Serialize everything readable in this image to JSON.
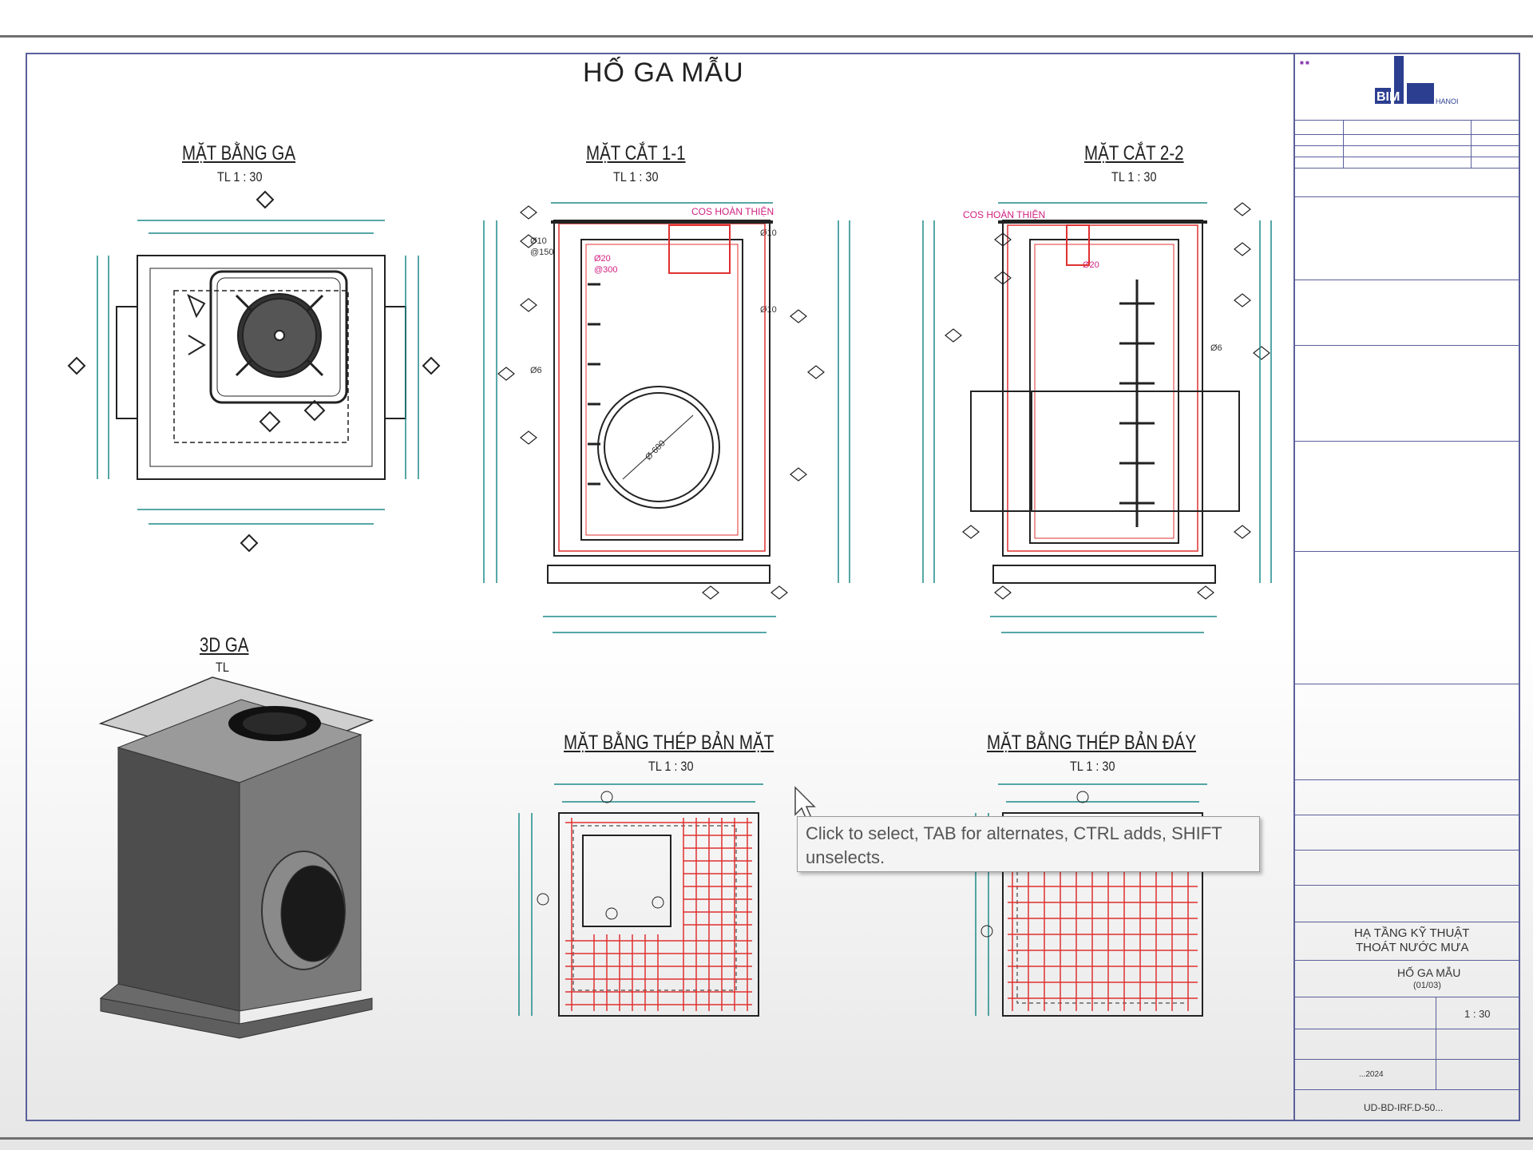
{
  "sheet": {
    "main_title": "HỐ GA MẪU"
  },
  "views": {
    "plan": {
      "title": "MẶT BẰNG GA",
      "scale": "TL 1 : 30"
    },
    "section11": {
      "title": "MẶT CẮT 1-1",
      "scale": "TL 1 : 30"
    },
    "section22": {
      "title": "MẶT CẮT 2-2",
      "scale": "TL 1 : 30"
    },
    "view3d": {
      "title": "3D GA",
      "scale": "TL"
    },
    "top_rebar": {
      "title": "MẶT BẰNG THÉP BẢN MẶT",
      "scale": "TL 1 : 30"
    },
    "bottom_rebar": {
      "title": "MẶT BẰNG THÉP BẢN ĐÁY",
      "scale": "TL 1 : 30"
    }
  },
  "annotations": {
    "cos_left": "COS HOÀN THIỆN",
    "cos_right": "COS HOÀN THIỆN",
    "rebar_10_150": "Ø10",
    "rebar_spacing": "@150",
    "rebar_20": "Ø20",
    "rebar_20_spacing": "@300",
    "rebar_6": "Ø6",
    "pipe_dia": "Ø 600"
  },
  "tooltip": {
    "text": "Click to select, TAB for alternates, CTRL adds, SHIFT unselects."
  },
  "title_block": {
    "logo_text": "BIM",
    "logo_sub": "HANOI",
    "project_line1": "HẠ TẦNG KỸ THUẬT",
    "project_line2": "THOÁT NƯỚC MƯA",
    "drawing_name": "HỐ GA MẪU",
    "drawing_code": "(01/03)",
    "scale": "1 : 30",
    "date": "...2024",
    "sheet_number": "UD-BD-IRF.D-50..."
  },
  "colors": {
    "rebar": "#e03030",
    "dimension": "#1f8a8a",
    "annotation": "#d02080",
    "linework": "#222222",
    "border": "#5a5f9a"
  }
}
